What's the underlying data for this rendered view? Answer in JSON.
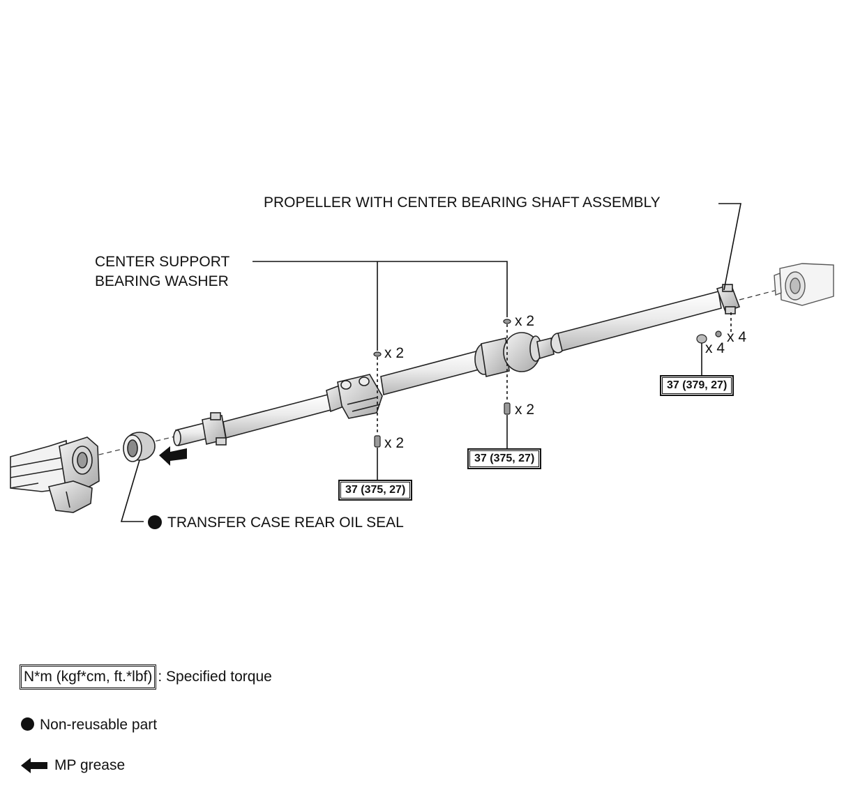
{
  "labels": {
    "propeller_assembly": "PROPELLER WITH CENTER BEARING SHAFT ASSEMBLY",
    "center_support_line1": "CENTER SUPPORT",
    "center_support_line2": "BEARING WASHER",
    "oil_seal": "TRANSFER CASE REAR OIL SEAL"
  },
  "quantities": {
    "washer_left": "x 2",
    "washer_right": "x 2",
    "bolt_left": "x 2",
    "bolt_mid": "x 2",
    "nut_rear": "x 4",
    "washer_rear": "x 4"
  },
  "torques": {
    "center_left": "37 (375, 27)",
    "center_mid": "37 (375, 27)",
    "rear_flange": "37 (379, 27)"
  },
  "legend": {
    "torque_box": "N*m (kgf*cm, ft.*lbf)",
    "torque_text": ": Specified torque",
    "nonreusable_text": "Non-reusable part",
    "grease_text": "MP grease"
  },
  "icons": {
    "non_reusable": "filled-circle-icon",
    "grease": "left-arrow-icon"
  },
  "colors": {
    "ink": "#111111",
    "background": "#ffffff"
  }
}
